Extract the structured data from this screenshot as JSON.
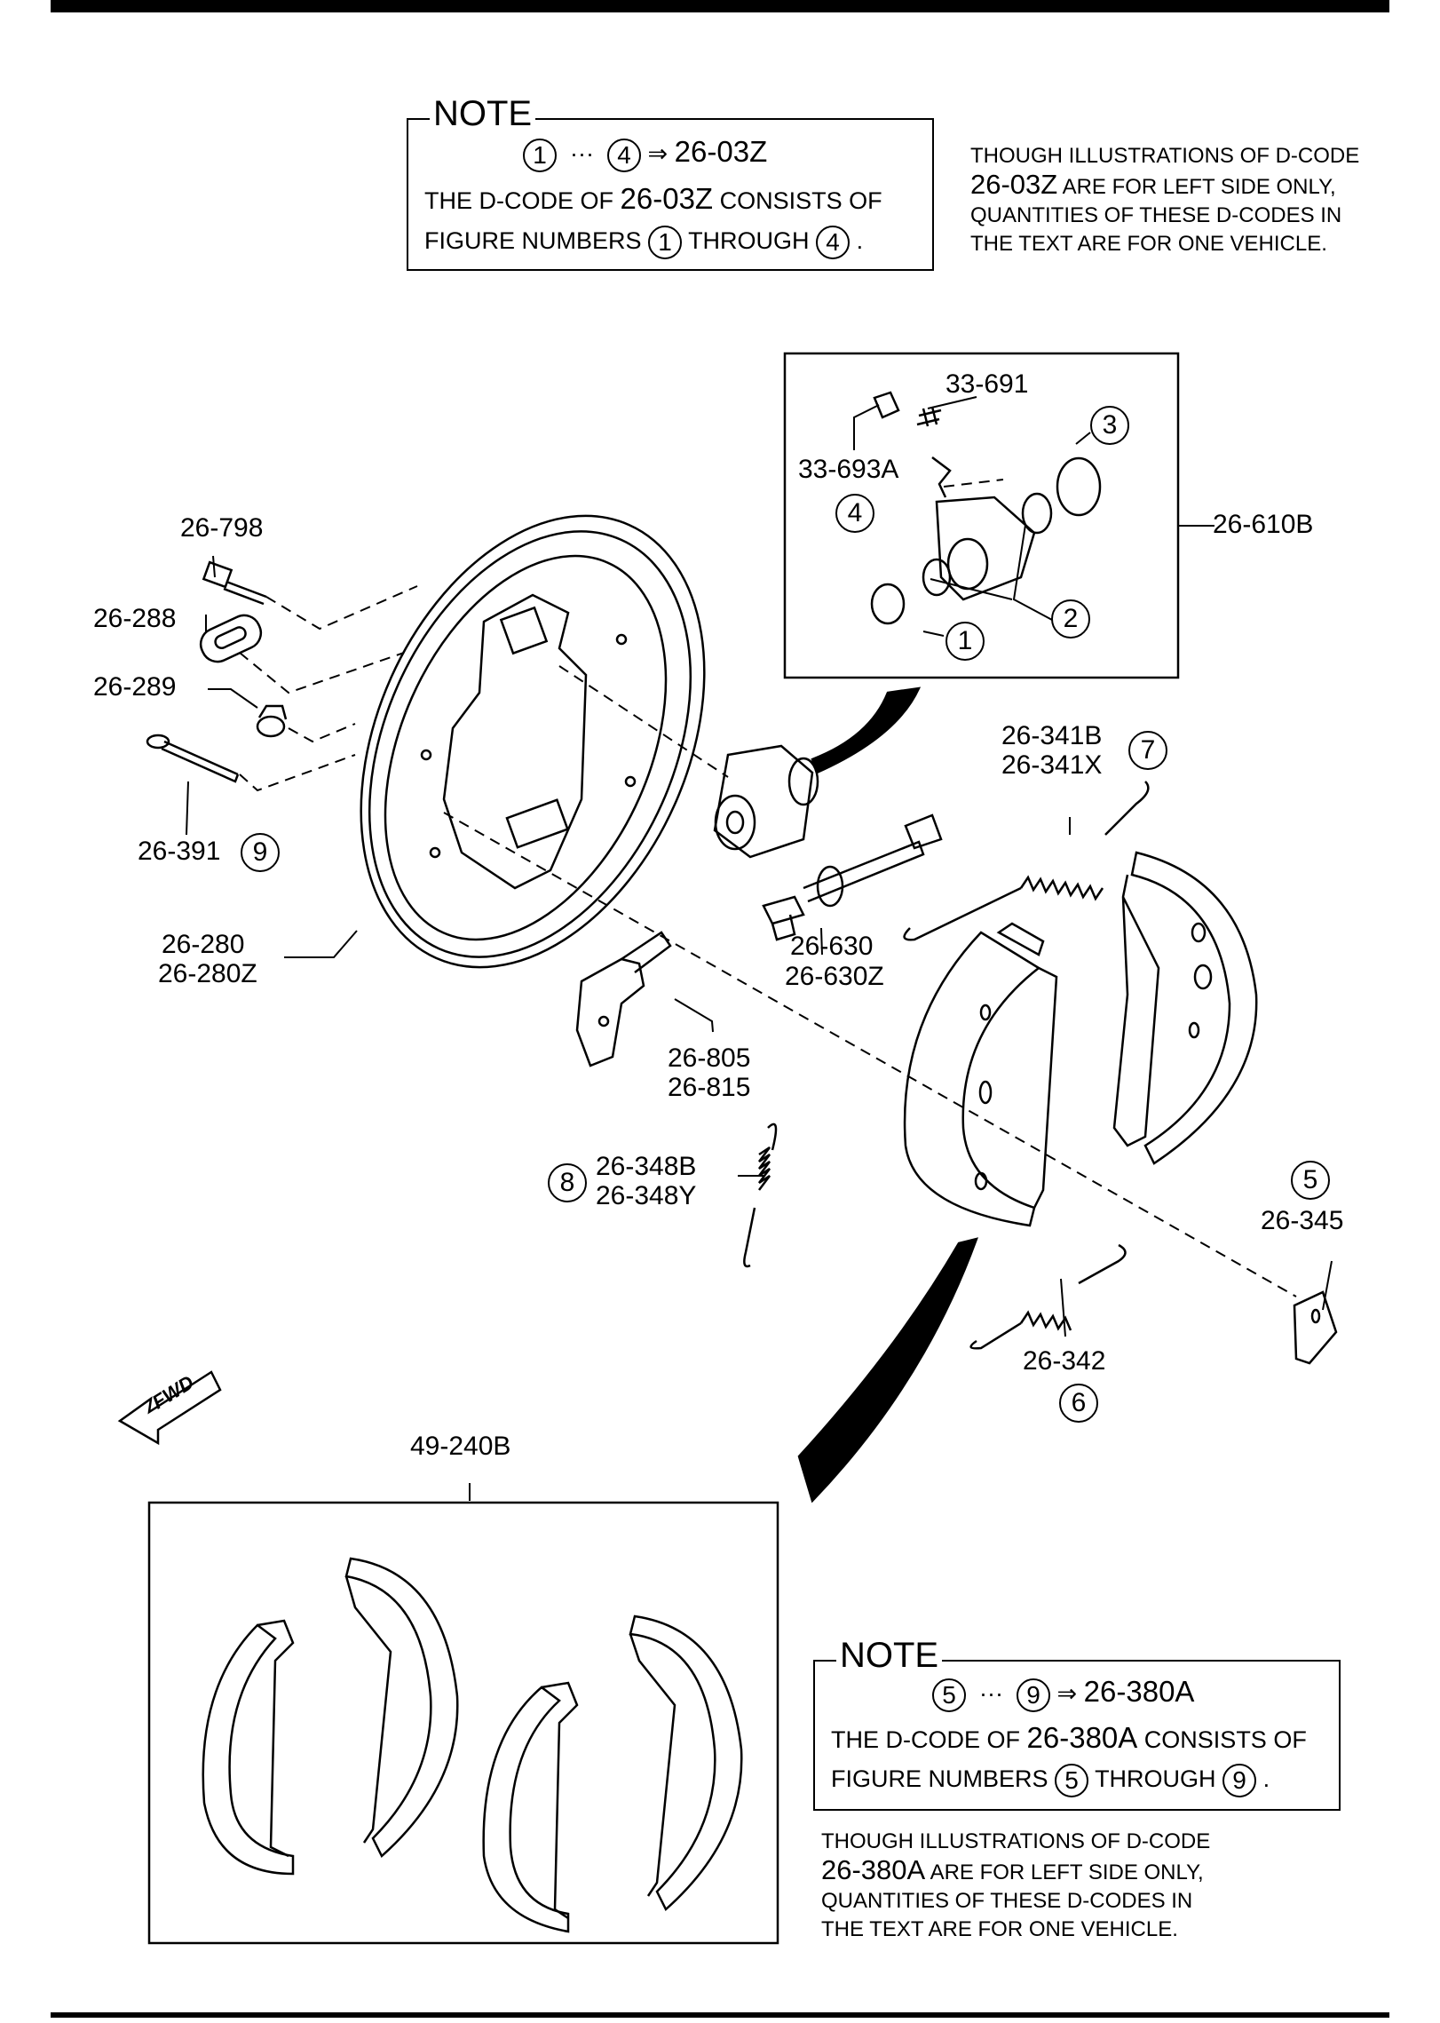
{
  "note_top": {
    "title": "NOTE",
    "range_start": "1",
    "range_end": "4",
    "arrow": "⇒",
    "code": "26-03Z",
    "line2_prefix": "THE D-CODE OF",
    "line2_suffix": "CONSISTS OF",
    "line3_prefix": "FIGURE NUMBERS",
    "line3_mid": "THROUGH",
    "line3_end": "."
  },
  "side_note_top": {
    "line1": "THOUGH ILLUSTRATIONS OF D-CODE",
    "line2_code": "26-03Z",
    "line2_rest": "ARE FOR LEFT SIDE ONLY,",
    "line3": "QUANTITIES OF THESE D-CODES IN",
    "line4": "THE TEXT ARE FOR ONE VEHICLE."
  },
  "note_bottom": {
    "title": "NOTE",
    "range_start": "5",
    "range_end": "9",
    "arrow": "⇒",
    "code": "26-380A",
    "line2_prefix": "THE D-CODE OF",
    "line2_suffix": "CONSISTS OF",
    "line3_prefix": "FIGURE NUMBERS",
    "line3_mid": "THROUGH",
    "line3_end": "."
  },
  "side_note_bottom": {
    "line1": "THOUGH ILLUSTRATIONS OF D-CODE",
    "line2_code": "26-380A",
    "line2_rest": "ARE FOR LEFT SIDE ONLY,",
    "line3": "QUANTITIES OF THESE D-CODES IN",
    "line4": "THE TEXT ARE FOR ONE VEHICLE."
  },
  "parts": {
    "p33_691": "33-691",
    "p33_693a": "33-693A",
    "p26_610b": "26-610B",
    "p26_798": "26-798",
    "p26_288": "26-288",
    "p26_289": "26-289",
    "p26_391": "26-391",
    "p26_280": "26-280",
    "p26_280z": "26-280Z",
    "p26_341b": "26-341B",
    "p26_341x": "26-341X",
    "p26_630": "26-630",
    "p26_630z": "26-630Z",
    "p26_805": "26-805",
    "p26_815": "26-815",
    "p26_348b": "26-348B",
    "p26_348y": "26-348Y",
    "p26_345": "26-345",
    "p26_342": "26-342",
    "p49_240b": "49-240B"
  },
  "figure_numbers": {
    "n1": "1",
    "n2": "2",
    "n3": "3",
    "n4": "4",
    "n5": "5",
    "n6": "6",
    "n7": "7",
    "n8": "8",
    "n9": "9"
  },
  "fwd_label": "FWD"
}
